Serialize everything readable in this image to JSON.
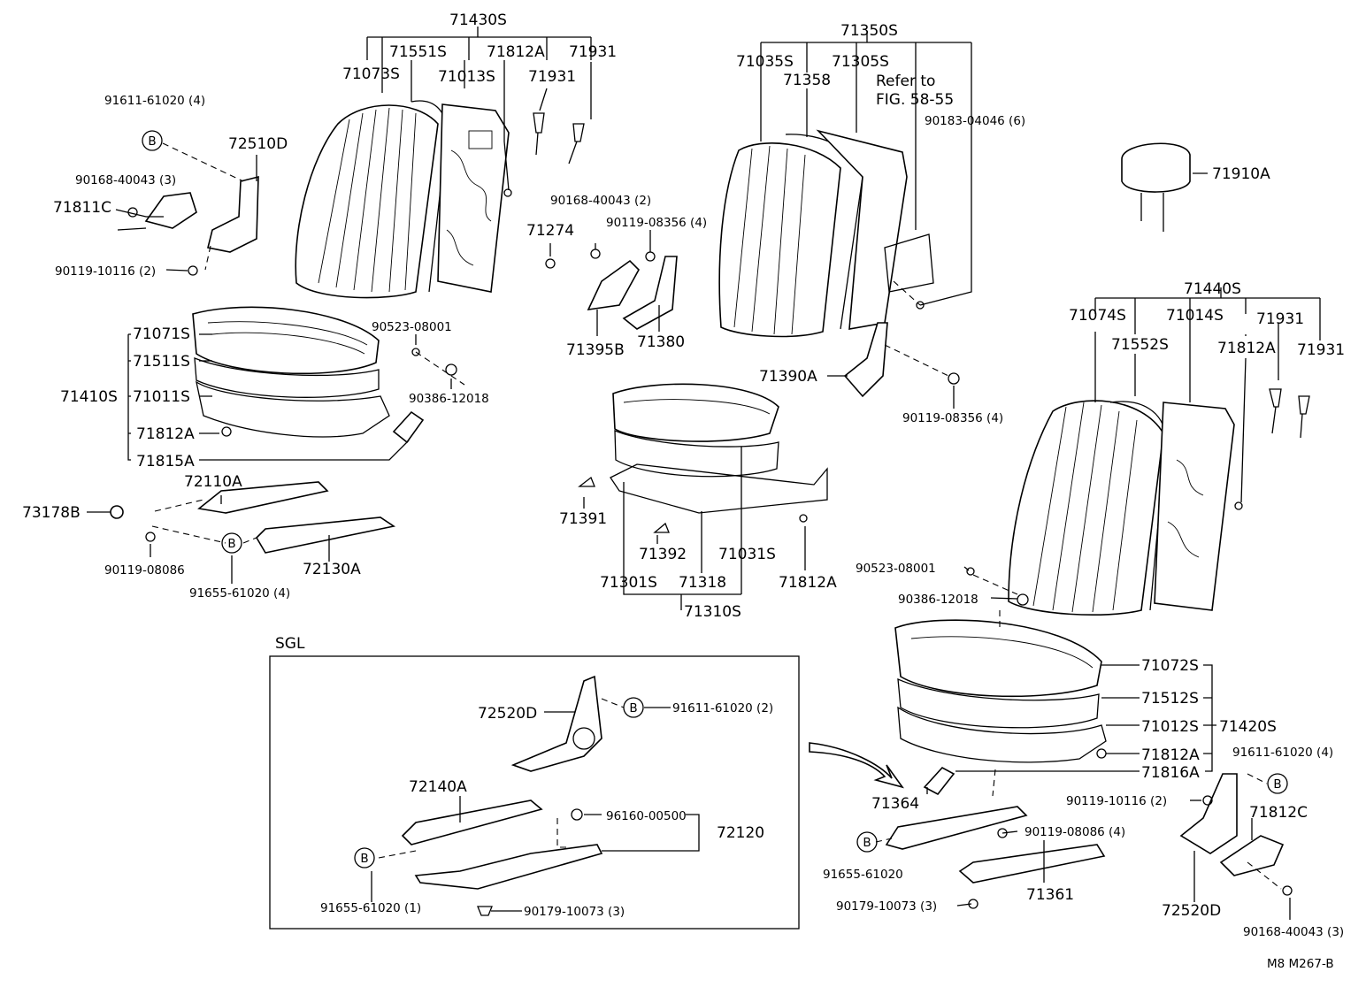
{
  "labels": {
    "p71430S": "71430S",
    "p71551S": "71551S",
    "p71073S": "71073S",
    "p71013S": "71013S",
    "p71812A_top": "71812A",
    "p71931_a": "71931",
    "p71931_b": "71931",
    "p91611_4_left": "91611-61020 (4)",
    "p72510D": "72510D",
    "p90168_3_left": "90168-40043 (3)",
    "p71811C": "71811C",
    "p90119_10116_left": "90119-10116 (2)",
    "p71071S": "71071S",
    "p71511S": "71511S",
    "p71410S": "71410S",
    "p71011S": "71011S",
    "p71812A_left": "71812A",
    "p71815A": "71815A",
    "p90523_left": "90523-08001",
    "p90386_left": "90386-12018",
    "p72110A": "72110A",
    "p73178B": "73178B",
    "p90119_08086_left": "90119-08086",
    "p72130A": "72130A",
    "p91655_4": "91655-61020 (4)",
    "p90168_2": "90168-40043 (2)",
    "p90119_08356_4a": "90119-08356 (4)",
    "p71274": "71274",
    "p71395B": "71395B",
    "p71380": "71380",
    "p71350S": "71350S",
    "p71035S": "71035S",
    "p71305S": "71305S",
    "p71358": "71358",
    "refer_line1": "Refer to",
    "refer_line2": "FIG. 58-55",
    "p90183": "90183-04046 (6)",
    "p71910A": "71910A",
    "p71390A": "71390A",
    "p90119_08356_4b": "90119-08356 (4)",
    "p71391": "71391",
    "p71392": "71392",
    "p71031S": "71031S",
    "p71301S": "71301S",
    "p71318": "71318",
    "p71812A_mid": "71812A",
    "p71310S": "71310S",
    "p71440S": "71440S",
    "p71074S": "71074S",
    "p71014S": "71014S",
    "p71931_c": "71931",
    "p71552S": "71552S",
    "p71812A_right": "71812A",
    "p71931_d": "71931",
    "p90523_right": "90523-08001",
    "p90386_right": "90386-12018",
    "p71072S": "71072S",
    "p71512S": "71512S",
    "p71012S": "71012S",
    "p71420S": "71420S",
    "p71812A_low": "71812A",
    "p71816A": "71816A",
    "p91611_4_right": "91611-61020 (4)",
    "p90119_10116_right": "90119-10116 (2)",
    "p71812C": "71812C",
    "p71364": "71364",
    "p90119_08086_4": "90119-08086 (4)",
    "p91655_right": "91655-61020",
    "p90179_3_right": "90179-10073 (3)",
    "p71361": "71361",
    "p72520D_right": "72520D",
    "p90168_3_right": "90168-40043 (3)",
    "sgl": "SGL",
    "p72520D_sgl": "72520D",
    "p91611_2": "91611-61020 (2)",
    "p72140A": "72140A",
    "p96160": "96160-00500",
    "p72120": "72120",
    "p91655_1": "91655-61020 (1)",
    "p90179_3_sgl": "90179-10073 (3)",
    "footer": "M8  M267-B"
  },
  "markers": {
    "b": "B"
  }
}
